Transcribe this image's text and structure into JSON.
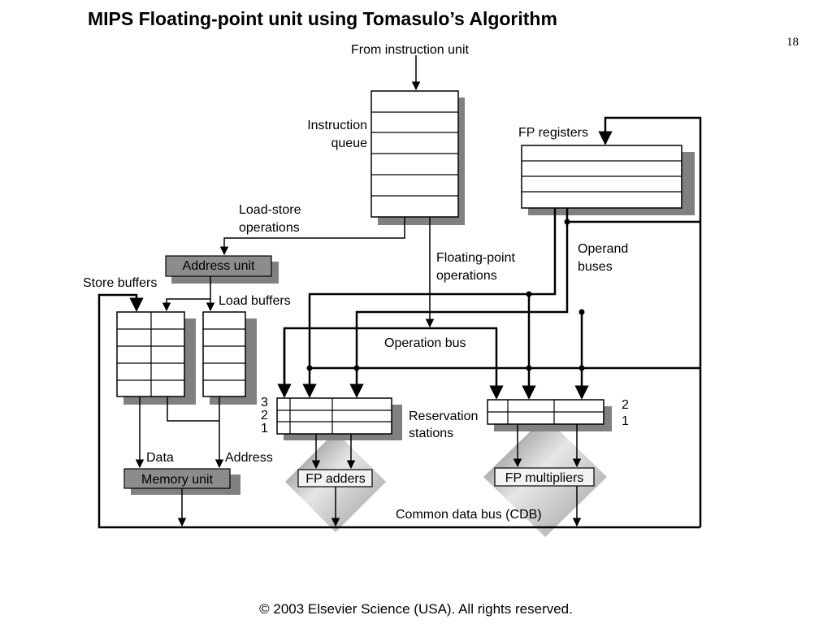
{
  "slide": {
    "title": "MIPS Floating-point unit using Tomasulo’s Algorithm",
    "page_number": "18",
    "copyright": "© 2003 Elsevier Science (USA). All rights reserved."
  },
  "diagram": {
    "from_instruction_unit": "From instruction unit",
    "instruction_queue_line1": "Instruction",
    "instruction_queue_line2": "queue",
    "fp_registers": "FP registers",
    "load_store_line1": "Load-store",
    "load_store_line2": "operations",
    "address_unit": "Address unit",
    "store_buffers": "Store buffers",
    "load_buffers": "Load buffers",
    "fp_ops_line1": "Floating-point",
    "fp_ops_line2": "operations",
    "operand_buses_line1": "Operand",
    "operand_buses_line2": "buses",
    "operation_bus": "Operation bus",
    "rs_left_3": "3",
    "rs_left_2": "2",
    "rs_left_1": "1",
    "reservation_line1": "Reservation",
    "reservation_line2": "stations",
    "rs_right_2": "2",
    "rs_right_1": "1",
    "data": "Data",
    "address": "Address",
    "memory_unit": "Memory unit",
    "fp_adders": "FP adders",
    "fp_multipliers": "FP multipliers",
    "cdb": "Common data bus (CDB)"
  }
}
